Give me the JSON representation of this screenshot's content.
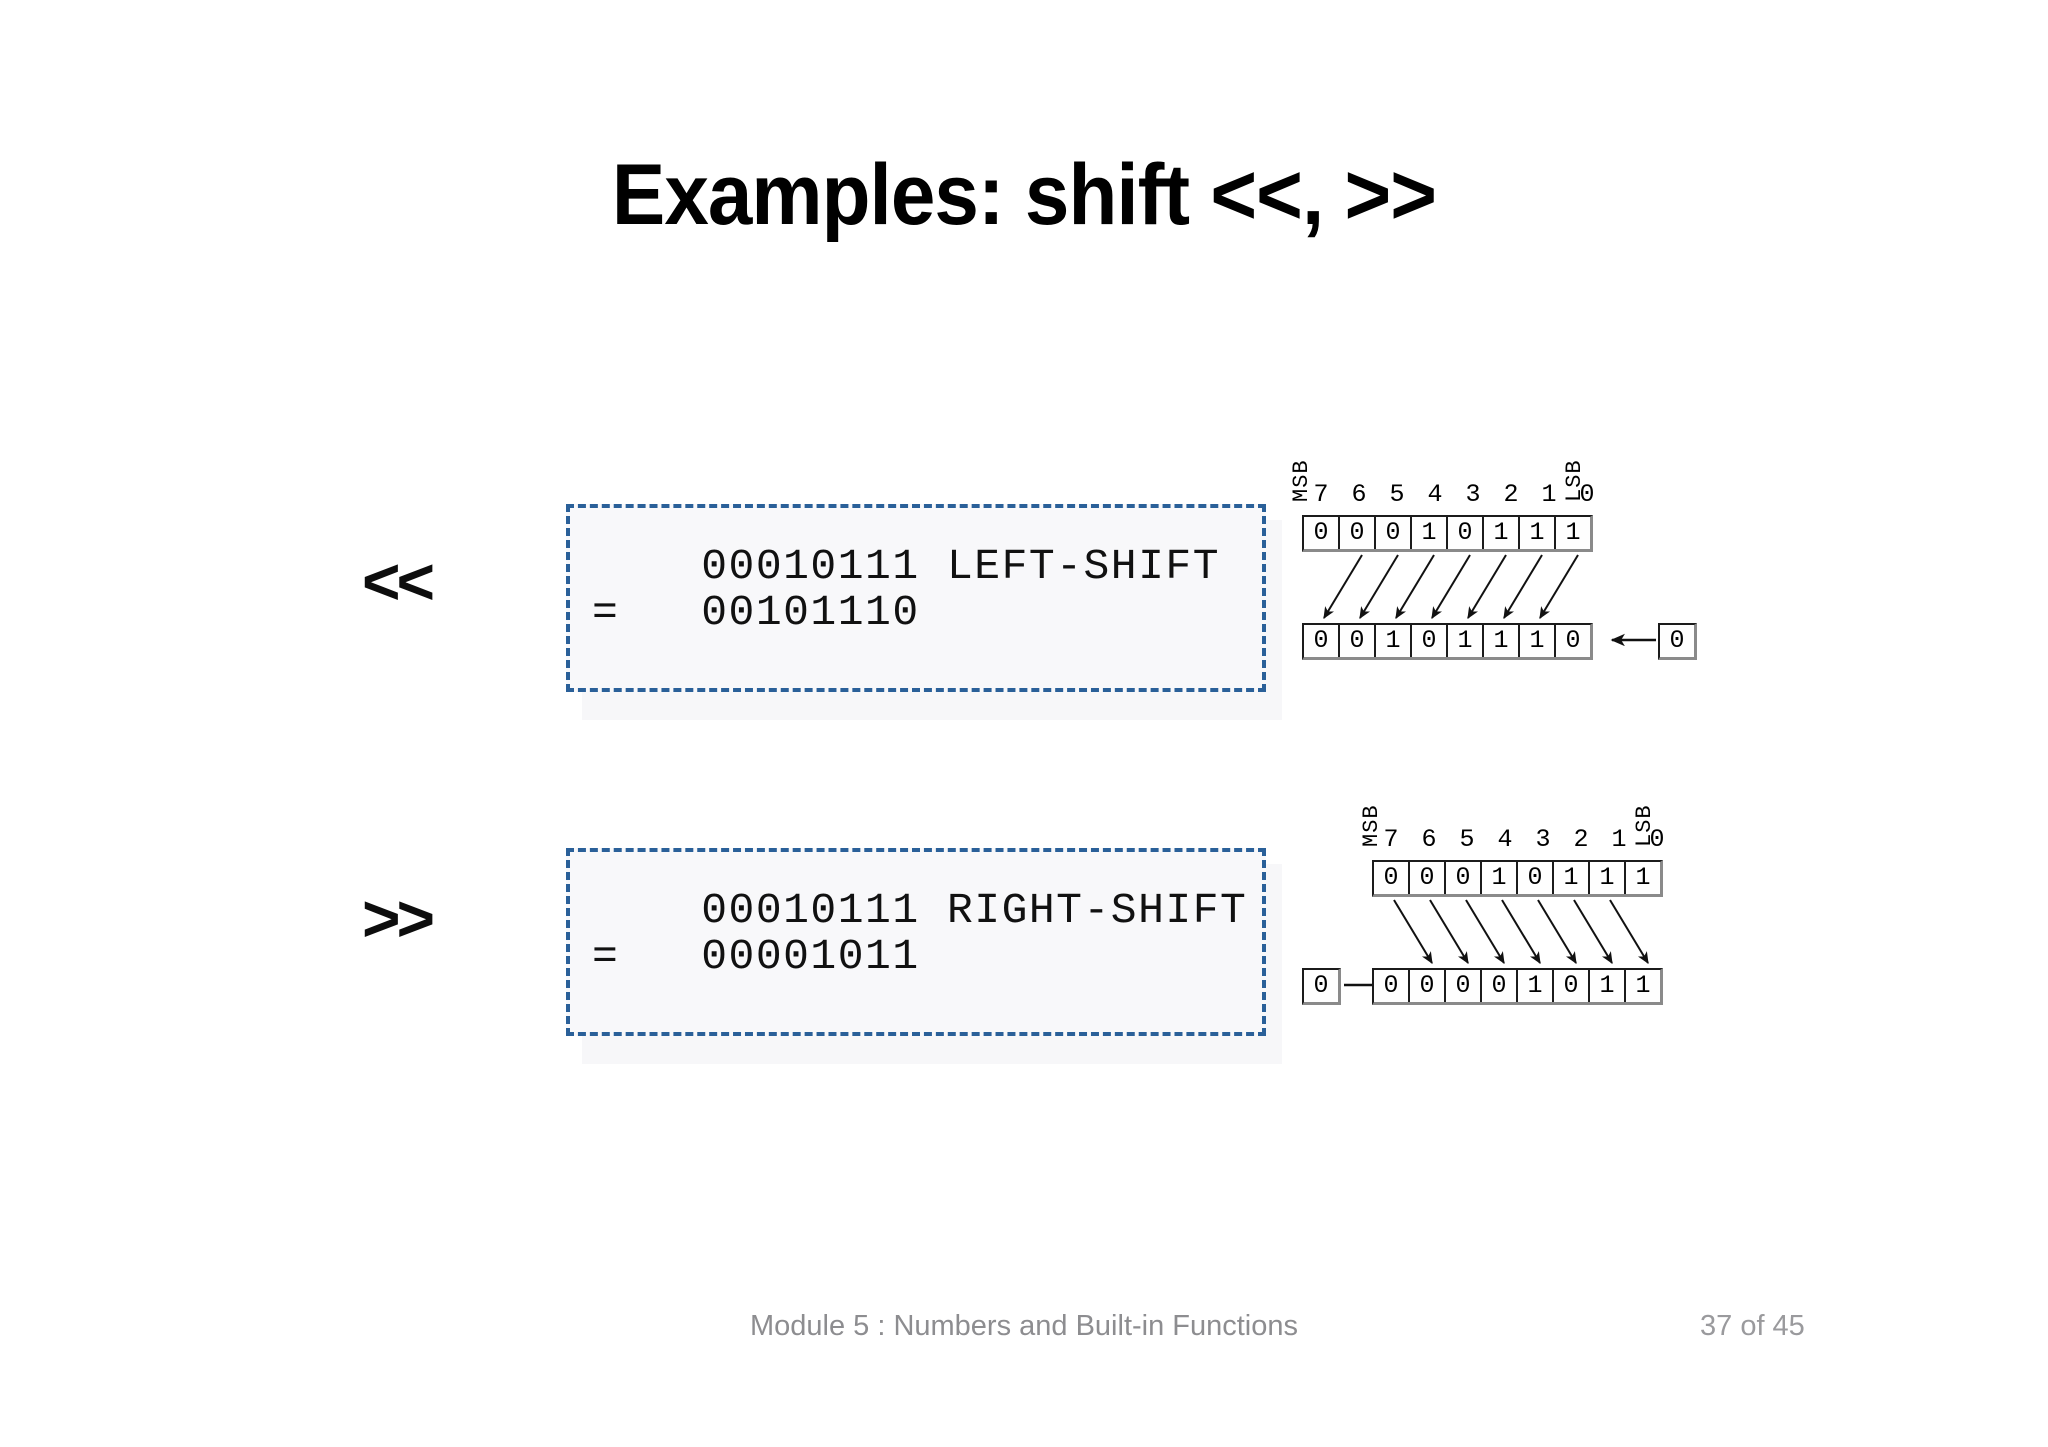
{
  "slide": {
    "title": "Examples: shift <<, >>",
    "page_background": "#ffffff"
  },
  "operators": {
    "left_shift_label": "<<",
    "right_shift_label": ">>"
  },
  "code_blocks": [
    {
      "id": "left-shift",
      "line1": "    00010111 LEFT-SHIFT",
      "line2": "=   00101110",
      "border_color": "#2a6099",
      "background_color": "#f8f8fa"
    },
    {
      "id": "right-shift",
      "line1": "    00010111 RIGHT-SHIFT",
      "line2": "=   00001011",
      "border_color": "#2a6099",
      "background_color": "#f8f8fa"
    }
  ],
  "diagrams": [
    {
      "id": "left-shift-diagram",
      "msb_label": "MSB",
      "lsb_label": "LSB",
      "bit_indices": [
        "7",
        "6",
        "5",
        "4",
        "3",
        "2",
        "1",
        "0"
      ],
      "top_row": [
        "0",
        "0",
        "0",
        "1",
        "0",
        "1",
        "1",
        "1"
      ],
      "bottom_row": [
        "0",
        "0",
        "1",
        "0",
        "1",
        "1",
        "1",
        "0"
      ],
      "carry_in_value": "0",
      "carry_in_side": "right"
    },
    {
      "id": "right-shift-diagram",
      "msb_label": "MSB",
      "lsb_label": "LSB",
      "bit_indices": [
        "7",
        "6",
        "5",
        "4",
        "3",
        "2",
        "1",
        "0"
      ],
      "top_row": [
        "0",
        "0",
        "0",
        "1",
        "0",
        "1",
        "1",
        "1"
      ],
      "bottom_row": [
        "0",
        "0",
        "0",
        "0",
        "1",
        "0",
        "1",
        "1"
      ],
      "carry_in_value": "0",
      "carry_in_side": "left"
    }
  ],
  "footer": {
    "module_text": "Module 5 : Numbers and Built-in Functions",
    "page_text": "37 of 45",
    "text_color": "#8d8d90"
  }
}
